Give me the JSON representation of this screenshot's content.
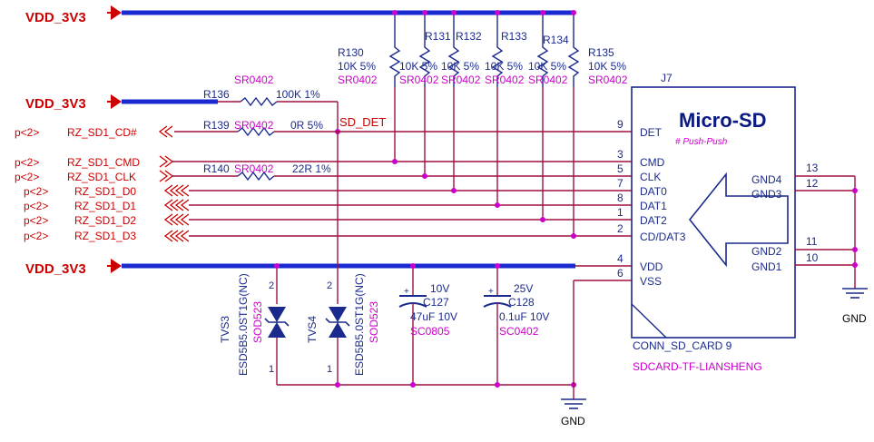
{
  "nets": {
    "vdd_3v3": "VDD_3V3",
    "sd_det": "SD_DET",
    "gnd": "GND"
  },
  "ports": [
    {
      "prefix": "p<2>",
      "name": "RZ_SD1_CD#"
    },
    {
      "prefix": "p<2>",
      "name": "RZ_SD1_CMD"
    },
    {
      "prefix": "p<2>",
      "name": "RZ_SD1_CLK"
    },
    {
      "prefix": "p<2>",
      "name": "RZ_SD1_D0"
    },
    {
      "prefix": "p<2>",
      "name": "RZ_SD1_D1"
    },
    {
      "prefix": "p<2>",
      "name": "RZ_SD1_D2"
    },
    {
      "prefix": "p<2>",
      "name": "RZ_SD1_D3"
    }
  ],
  "pullups": [
    {
      "ref": "R130",
      "value": "10K 5%",
      "package": "SR0402"
    },
    {
      "ref": "R131",
      "value": "10K 5%",
      "package": "SR0402"
    },
    {
      "ref": "R132",
      "value": "10K 5%",
      "package": "SR0402"
    },
    {
      "ref": "R133",
      "value": "10K 5%",
      "package": "SR0402"
    },
    {
      "ref": "R134",
      "value": "10K 5%",
      "package": "SR0402"
    },
    {
      "ref": "R135",
      "value": "10K 5%",
      "package": "SR0402"
    }
  ],
  "series_resistors": [
    {
      "ref": "R136",
      "value": "100K 1%",
      "package": "SR0402"
    },
    {
      "ref": "R139",
      "value": "0R 5%",
      "package": "SR0402"
    },
    {
      "ref": "R140",
      "value": "22R 1%",
      "package": "SR0402"
    }
  ],
  "tvs": [
    {
      "ref": "TVS3",
      "part": "ESD5B5.0ST1G(NC)",
      "package": "SOD523",
      "pin_top": "2",
      "pin_bottom": "1"
    },
    {
      "ref": "TVS4",
      "part": "ESD5B5.0ST1G(NC)",
      "package": "SOD523",
      "pin_top": "2",
      "pin_bottom": "1"
    }
  ],
  "capacitors": [
    {
      "ref": "C127",
      "voltage": "10V",
      "value": "47uF 10V",
      "package": "SC0805"
    },
    {
      "ref": "C128",
      "voltage": "25V",
      "value": "0.1uF 10V",
      "package": "SC0402"
    }
  ],
  "connector": {
    "ref": "J7",
    "title": "Micro-SD",
    "subtitle": "# Push-Push",
    "part": "CONN_SD_CARD 9",
    "footprint": "SDCARD-TF-LIANSHENG",
    "left_pins": [
      {
        "num": "9",
        "name": "DET"
      },
      {
        "num": "3",
        "name": "CMD"
      },
      {
        "num": "5",
        "name": "CLK"
      },
      {
        "num": "7",
        "name": "DAT0"
      },
      {
        "num": "8",
        "name": "DAT1"
      },
      {
        "num": "1",
        "name": "DAT2"
      },
      {
        "num": "2",
        "name": "CD/DAT3"
      },
      {
        "num": "4",
        "name": "VDD"
      },
      {
        "num": "6",
        "name": "VSS"
      }
    ],
    "right_pins": [
      {
        "num": "13",
        "name": "GND4"
      },
      {
        "num": "12",
        "name": "GND3"
      },
      {
        "num": "11",
        "name": "GND2"
      },
      {
        "num": "10",
        "name": "GND1"
      }
    ]
  }
}
